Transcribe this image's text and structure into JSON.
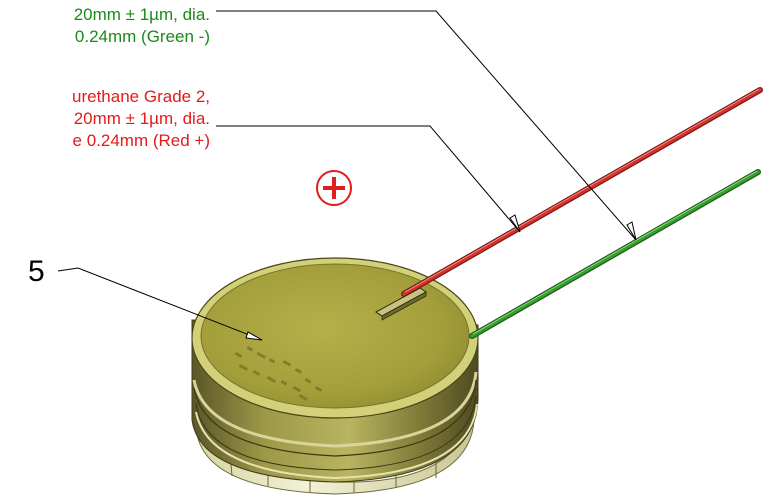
{
  "callouts": {
    "green": {
      "line1": "20mm ± 1µm, dia.",
      "line2": "0.24mm (Green -)",
      "color": "#1a8a1a"
    },
    "red": {
      "line1": "urethane Grade 2,",
      "line2": "20mm ± 1µm, dia.",
      "line3": "e 0.24mm (Red +)",
      "color": "#e31b1b"
    }
  },
  "item_number": "5",
  "polarity_symbol": "plus-in-circle-icon",
  "colors": {
    "red_wire": "#d8302a",
    "green_wire": "#2f8f2a",
    "pad_olive": "#a9a43c",
    "body_olive": "#8f8a3a",
    "leader_line": "#000000"
  }
}
